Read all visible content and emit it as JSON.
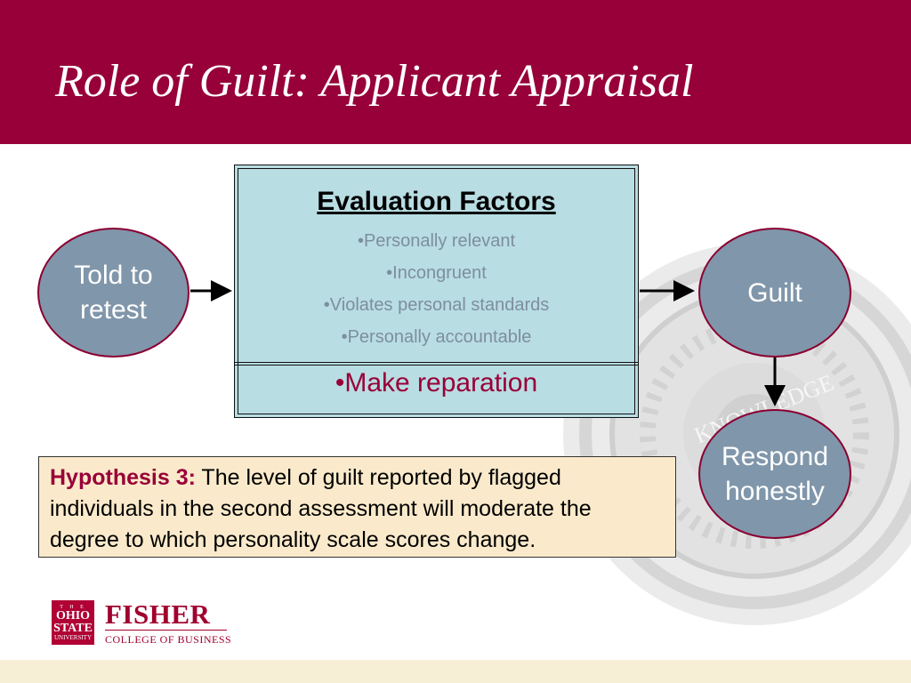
{
  "title": "Role of Guilt: Applicant Appraisal",
  "evaluation": {
    "heading": "Evaluation Factors",
    "factors": [
      "•Personally relevant",
      "•Incongruent",
      "•Violates personal standards",
      "•Personally accountable"
    ],
    "reparation": "•Make reparation"
  },
  "nodes": {
    "told": "Told to\nretest",
    "guilt": "Guilt",
    "respond": "Respond\nhonestly"
  },
  "hypothesis": {
    "label": "Hypothesis 3:",
    "text": " The level of guilt reported by flagged individuals in the second assessment will moderate the degree to which personality scale scores change."
  },
  "seal_text": "KNOWLEDGE",
  "logo": {
    "osu_the": "T H E",
    "osu_line1": "OHIO",
    "osu_line2": "STATE",
    "osu_line3": "UNIVERSITY",
    "brand": "FISHER",
    "subtitle": "COLLEGE OF BUSINESS"
  },
  "colors": {
    "header": "#970039",
    "node_fill": "#8096aa",
    "node_border": "#8a0032",
    "box_fill": "#b8dde3",
    "hypothesis_fill": "#faeacb",
    "accent_text": "#990038"
  }
}
